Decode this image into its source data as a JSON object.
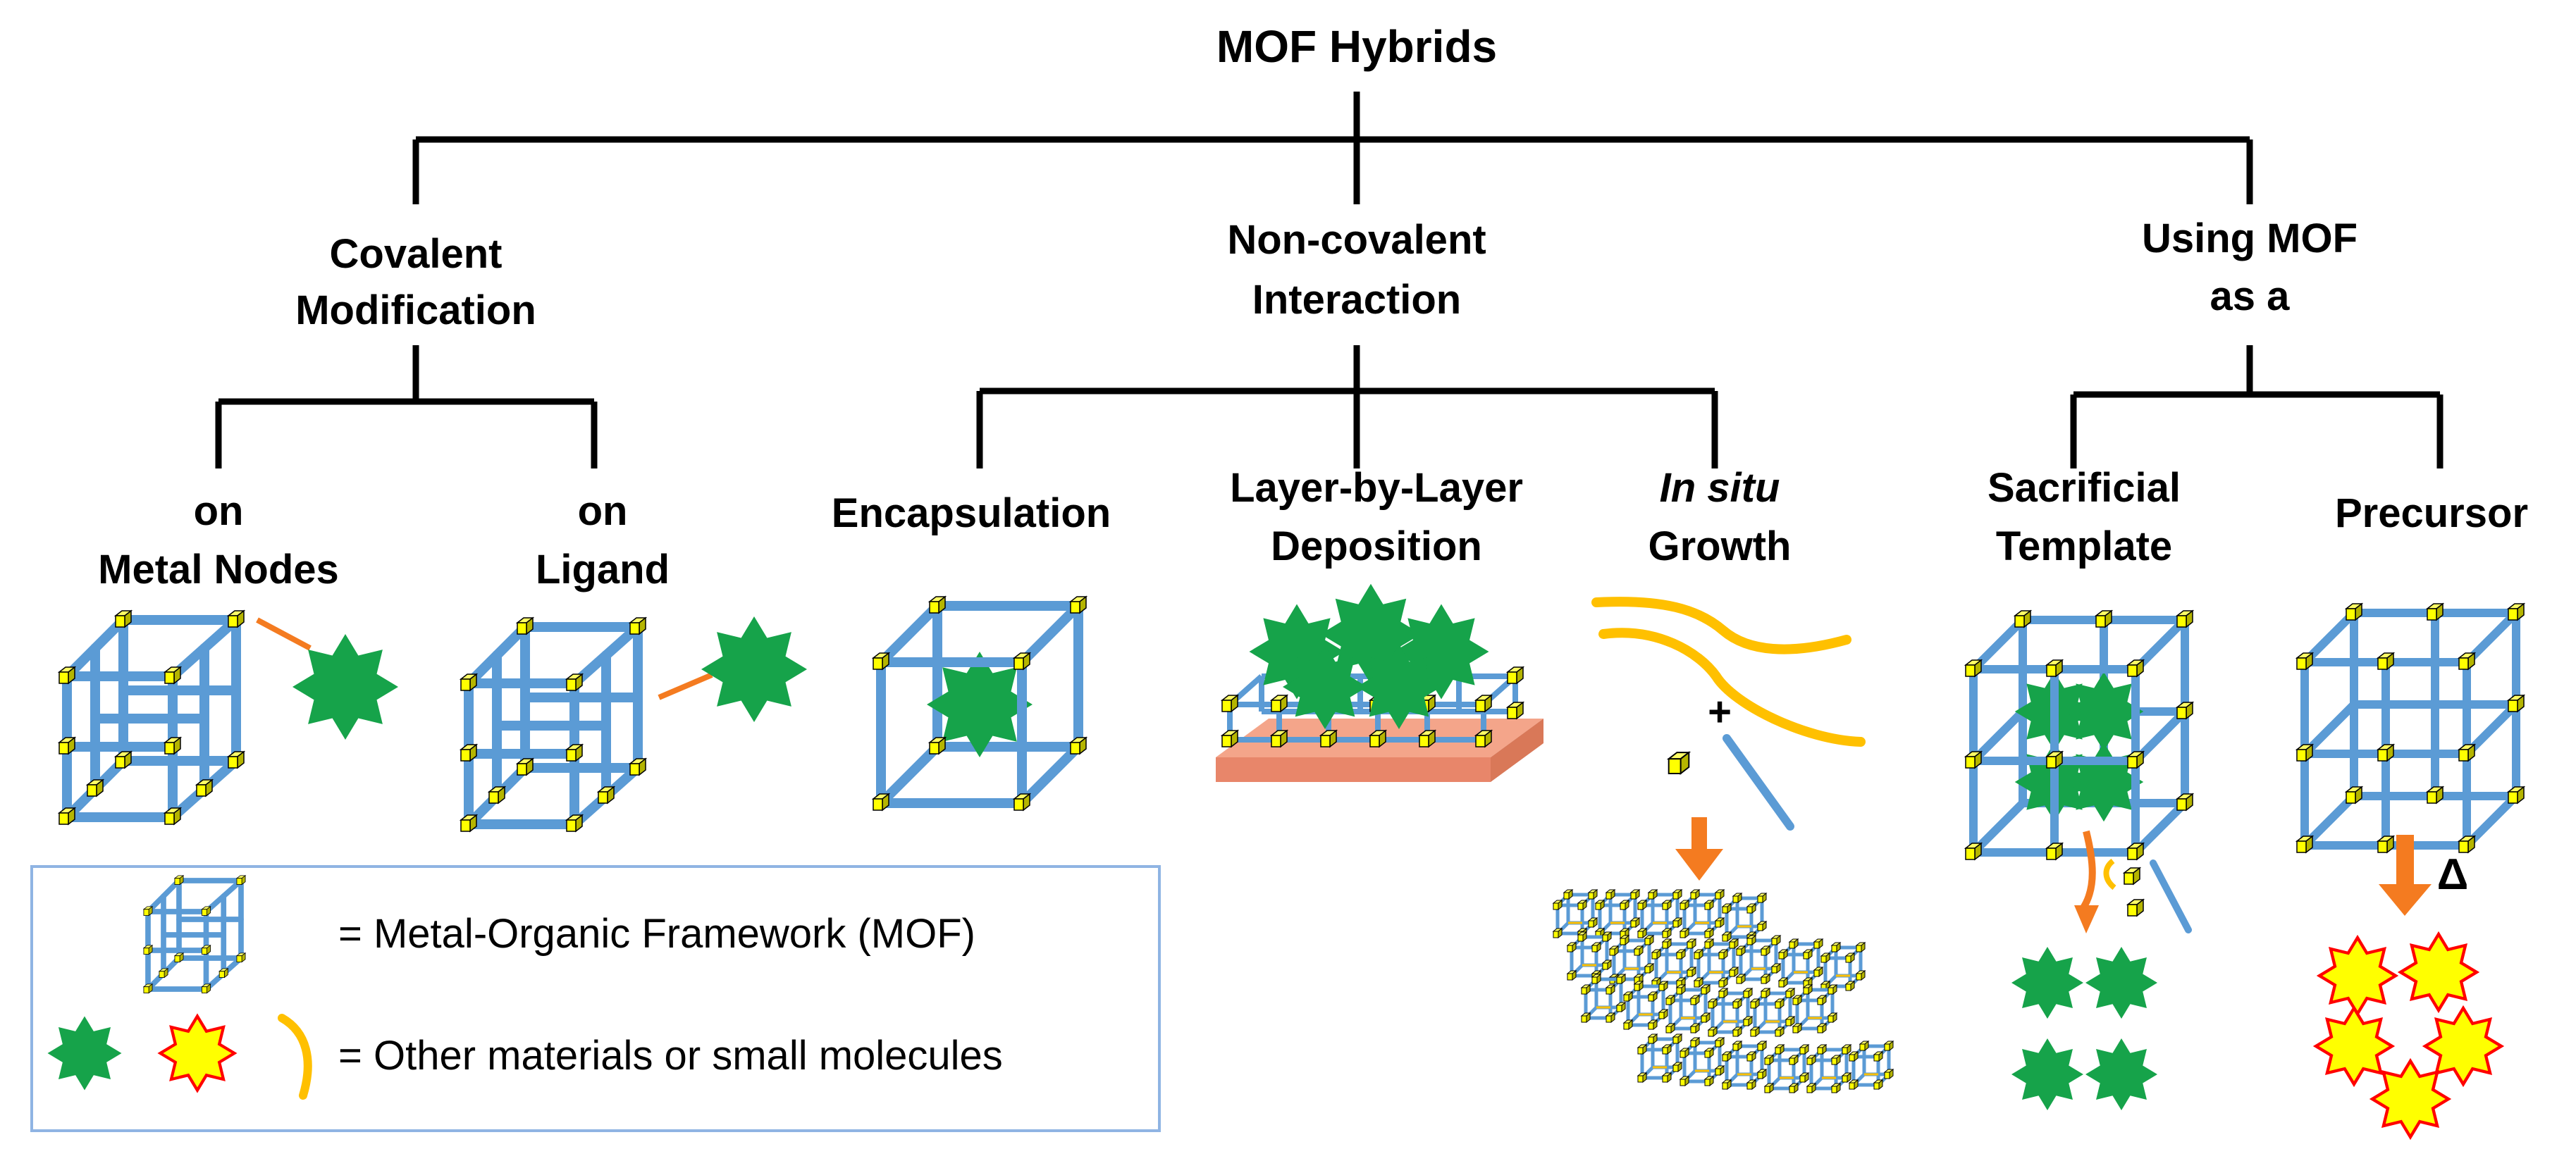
{
  "title": "MOF Hybrids",
  "categories": {
    "covalent": {
      "line1": "Covalent",
      "line2": "Modification",
      "leaves": [
        {
          "line1": "on",
          "line2": "Metal Nodes"
        },
        {
          "line1": "on",
          "line2": "Ligand"
        }
      ]
    },
    "noncovalent": {
      "line1": "Non-covalent",
      "line2": "Interaction",
      "leaves": [
        {
          "line1": "Encapsulation"
        },
        {
          "line1": "Layer-by-Layer",
          "line2": "Deposition"
        },
        {
          "line1": "In situ",
          "line2": "Growth"
        }
      ]
    },
    "using_mof": {
      "line1": "Using MOF",
      "line2": "as a",
      "leaves": [
        {
          "line1": "Sacrificial",
          "line2": "Template"
        },
        {
          "line1": "Precursor"
        }
      ]
    }
  },
  "symbols": {
    "plus": "+",
    "delta": "Δ"
  },
  "legend": {
    "mof": "= Metal-Organic Framework (MOF)",
    "other": "= Other materials or small molecules"
  },
  "colors": {
    "frame_blue": "#5b9bd5",
    "node_yellow": "#ffff00",
    "star_green": "#16a34a",
    "star_yellow": "#ffff00",
    "star_red_outline": "#ff0000",
    "curve_orange": "#ffc000",
    "arrow_orange": "#f47b20",
    "substrate": "#f4a58a"
  }
}
